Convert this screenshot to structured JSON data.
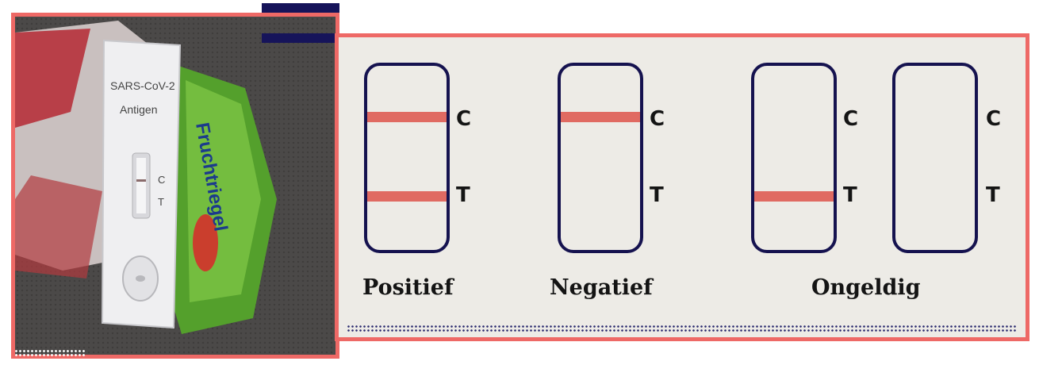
{
  "photo": {
    "kit_text_1": "SARS-CoV-2",
    "kit_text_2": "Antigen",
    "kit_c": "C",
    "kit_t": "T",
    "pouch_text": "Fruchtriegel"
  },
  "labels": {
    "c": "C",
    "t": "T"
  },
  "strips": [
    {
      "c_line": true,
      "t_line": true
    },
    {
      "c_line": true,
      "t_line": false
    },
    {
      "c_line": false,
      "t_line": true
    },
    {
      "c_line": false,
      "t_line": false
    }
  ],
  "captions": {
    "positive": "Positief",
    "negative": "Negatief",
    "invalid": "Ongeldig"
  },
  "colors": {
    "frame": "#ee6966",
    "navy": "#16145a",
    "line": "#e06a62",
    "panel": "#edebe6"
  }
}
